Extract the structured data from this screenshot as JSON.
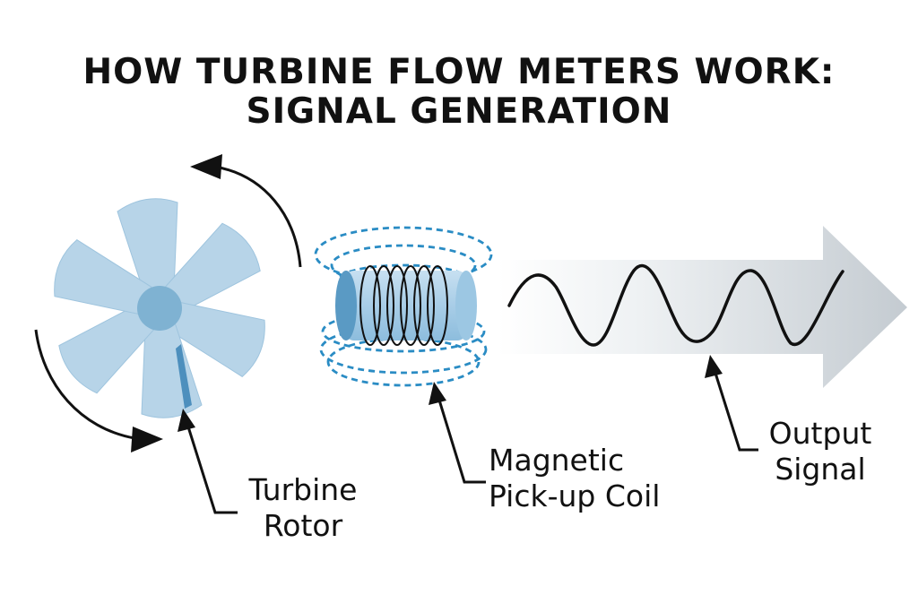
{
  "title": {
    "line1": "HOW TURBINE FLOW METERS WORK:",
    "line2": "SIGNAL GENERATION"
  },
  "labels": {
    "rotor_line1": "Turbine",
    "rotor_line2": "Rotor",
    "coil_line1": "Magnetic",
    "coil_line2": "Pick-up Coil",
    "signal_line1": "Output",
    "signal_line2": "Signal"
  },
  "colors": {
    "rotor_blade": "#b7d4e8",
    "rotor_hub": "#7fb2d2",
    "coil_body": "#a9cde6",
    "coil_end": "#5a9ac4",
    "field_lines": "#2a8cc4",
    "signal_arrow": "#c9d0d6",
    "ink": "#111111"
  }
}
